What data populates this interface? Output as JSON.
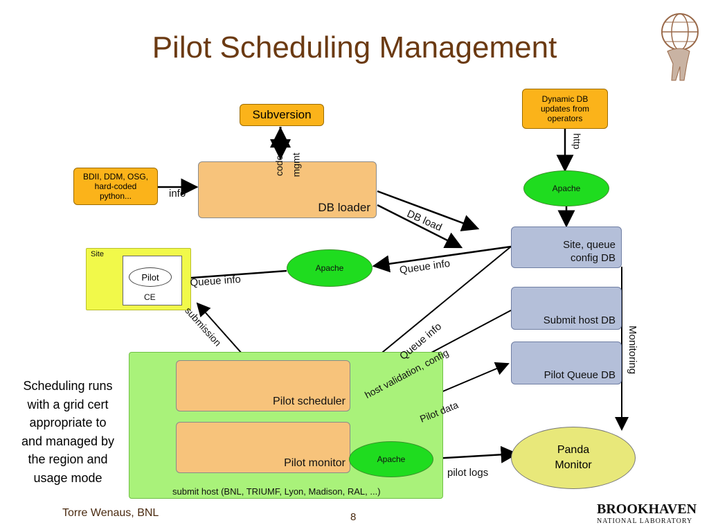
{
  "title": "Pilot Scheduling Management",
  "nodes": {
    "subversion": "Subversion",
    "dynamic_db": "Dynamic DB updates from operators",
    "bdii": "BDII, DDM, OSG, hard-coded python...",
    "db_loader": "DB loader",
    "apache_top": "Apache",
    "site_queue_db": "Site, queue config DB",
    "site": "Site",
    "pilot": "Pilot",
    "ce": "CE",
    "apache_mid": "Apache",
    "submit_host_db": "Submit host DB",
    "pilot_queue_db": "Pilot Queue DB",
    "pilot_scheduler": "Pilot scheduler",
    "pilot_monitor": "Pilot monitor",
    "apache_bottom": "Apache",
    "panda_monitor": "Panda Monitor",
    "submit_host": "submit host (BNL, TRIUMF, Lyon, Madison, RAL, ...)"
  },
  "edge_labels": {
    "code": "code",
    "mgmt": "mgmt",
    "http": "http",
    "info": "info",
    "db_load": "DB load",
    "queue_info_1": "Queue info",
    "queue_info_2": "Queue info",
    "queue_info_3": "Queue info",
    "submission": "submission",
    "host_validation": "host validation, config",
    "pilot_data": "Pilot data",
    "monitoring": "Monitoring",
    "pilot_logs": "pilot logs"
  },
  "side_note": [
    "Scheduling runs",
    "with a grid cert",
    "appropriate to",
    "and managed by",
    "the region and",
    "usage mode"
  ],
  "footer": {
    "author": "Torre Wenaus, BNL",
    "page": "8",
    "logo_main": "BROOKHAVEN",
    "logo_sub": "NATIONAL LABORATORY"
  },
  "colors": {
    "title": "#6b3a12",
    "orange_box": "#f7c37b",
    "gold_box": "#fbb31a",
    "blue_box": "#b4bfd9",
    "green_area": "#a9f27a",
    "apache": "#1fdc1f",
    "site_box": "#f1f94a",
    "panda_monitor": "#e8e87a"
  }
}
